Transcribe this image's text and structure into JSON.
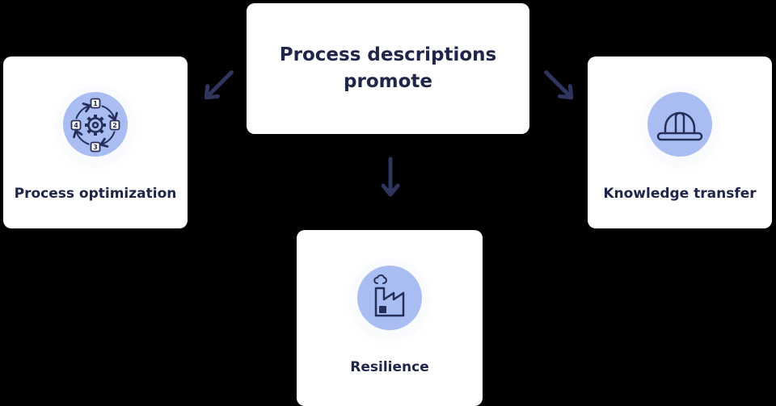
{
  "colors": {
    "background": "#000000",
    "card": "#ffffff",
    "text": "#20264a",
    "arrow": "#2e355e",
    "icon_circle": "#a9bdf3",
    "icon_stroke": "#272e57"
  },
  "center_card": {
    "title": "Process descriptions promote"
  },
  "nodes": {
    "left": {
      "label": "Process optimization",
      "icon": "process-cycle-icon"
    },
    "right": {
      "label": "Knowledge transfer",
      "icon": "hard-hat-icon"
    },
    "bottom": {
      "label": "Resilience",
      "icon": "factory-icon"
    }
  },
  "cycle_steps": [
    "1",
    "2",
    "3",
    "4"
  ],
  "arrows": [
    "down-left",
    "down",
    "down-right"
  ]
}
